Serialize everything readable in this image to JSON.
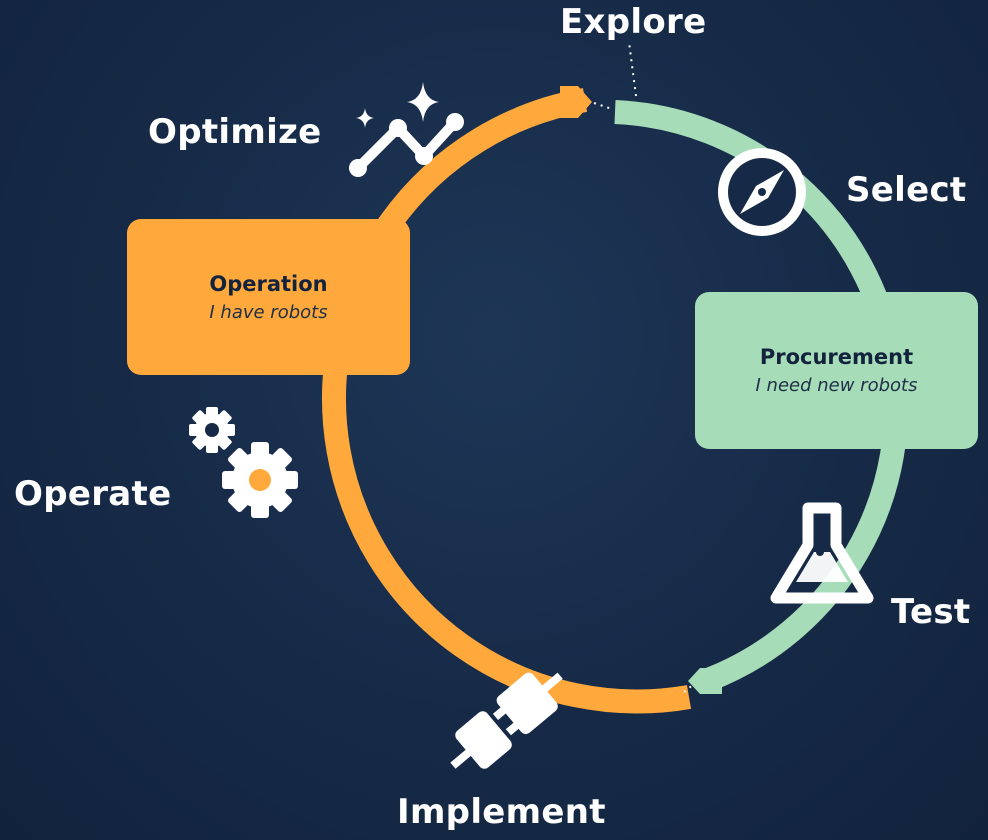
{
  "colors": {
    "background": "#162a47",
    "operation": "#ffa93c",
    "procurement": "#a6dcb8",
    "text_light": "#ffffff",
    "text_dark": "#13233d"
  },
  "steps": {
    "explore": "Explore",
    "select": "Select",
    "test": "Test",
    "implement": "Implement",
    "operate": "Operate",
    "optimize": "Optimize"
  },
  "phases": {
    "operation": {
      "title": "Operation",
      "subtitle": "I have robots"
    },
    "procurement": {
      "title": "Procurement",
      "subtitle": "I need new robots"
    }
  },
  "icons": [
    "compass-icon",
    "flask-icon",
    "plug-icon",
    "gear-icon",
    "sparkle-chart-icon"
  ]
}
